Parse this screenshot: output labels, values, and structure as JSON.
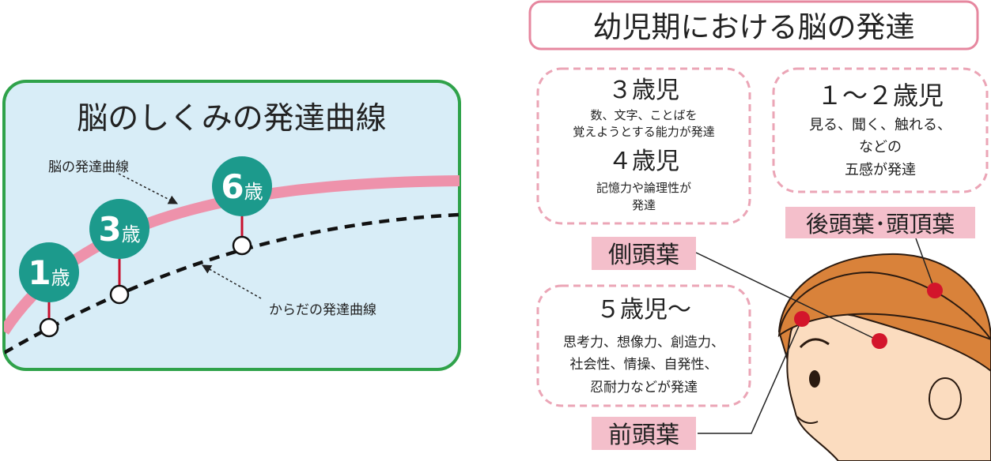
{
  "left_panel": {
    "title": "脳のしくみの発達曲線",
    "brain_curve_label": "脳の発達曲線",
    "body_curve_label": "からだの発達曲線",
    "ages": [
      {
        "num": "1",
        "unit": "歳"
      },
      {
        "num": "3",
        "unit": "歳"
      },
      {
        "num": "6",
        "unit": "歳"
      }
    ]
  },
  "right_panel": {
    "title": "幼児期における脳の発達",
    "box_3_4": {
      "heading_3": "３歳児",
      "text_3_line1": "数、文字、ことばを",
      "text_3_line2": "覚えようとする能力が発達",
      "heading_4": "４歳児",
      "text_4_line1": "記憶力や論理性が",
      "text_4_line2": "発達"
    },
    "box_1_2": {
      "heading": "１～２歳児",
      "line1": "見る、聞く、触れる、",
      "line2": "などの",
      "line3": "五感が発達"
    },
    "box_5": {
      "heading": "５歳児～",
      "line1": "思考力、想像力、創造力、",
      "line2": "社会性、情操、自発性、",
      "line3": "忍耐力などが発達"
    },
    "labels": {
      "temporal": "側頭葉",
      "occipital_parietal": "後頭葉･頭頂葉",
      "frontal": "前頭葉"
    }
  },
  "colors": {
    "panel_bg": "#d8edf7",
    "panel_border": "#2fa24a",
    "brain_curve": "#ee92ab",
    "teal": "#1c9a8c",
    "stem_red": "#c8102e",
    "pink_border": "#e6879f",
    "dash_pink": "#eba5b6",
    "label_bg": "#f4bfcb",
    "skin": "#fbdcbf",
    "hair": "#d9823a",
    "dot_red": "#d3152b"
  }
}
